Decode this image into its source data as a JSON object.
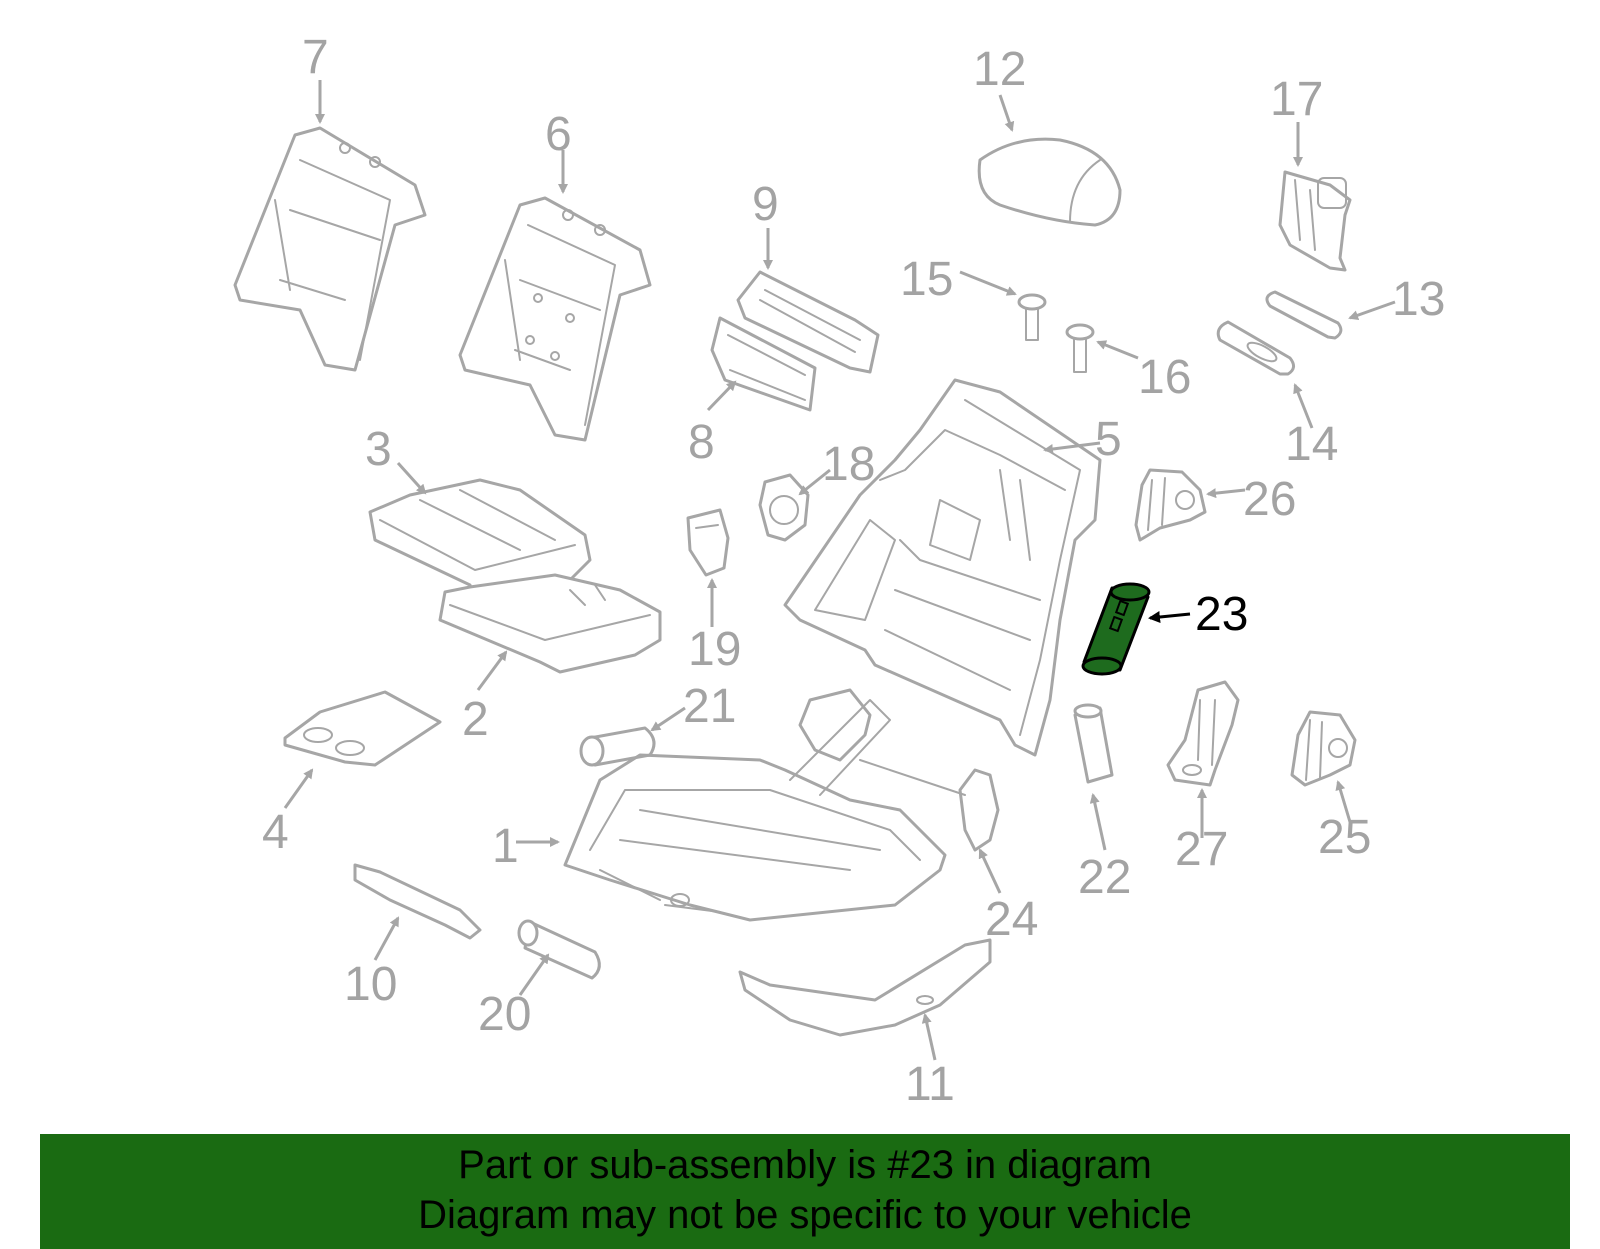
{
  "diagram": {
    "highlighted_part": "23",
    "callouts": [
      "1",
      "2",
      "3",
      "4",
      "5",
      "6",
      "7",
      "8",
      "9",
      "10",
      "11",
      "12",
      "13",
      "14",
      "15",
      "16",
      "17",
      "18",
      "19",
      "20",
      "21",
      "22",
      "23",
      "24",
      "25",
      "26",
      "27"
    ]
  },
  "banner": {
    "line1": "Part or sub-assembly is #23 in diagram",
    "line2": "Diagram may not be specific to your vehicle"
  },
  "colors": {
    "line_gray": "#a6a6a6",
    "highlight_green": "#1e6b1e",
    "banner_green": "#1a6b12"
  }
}
